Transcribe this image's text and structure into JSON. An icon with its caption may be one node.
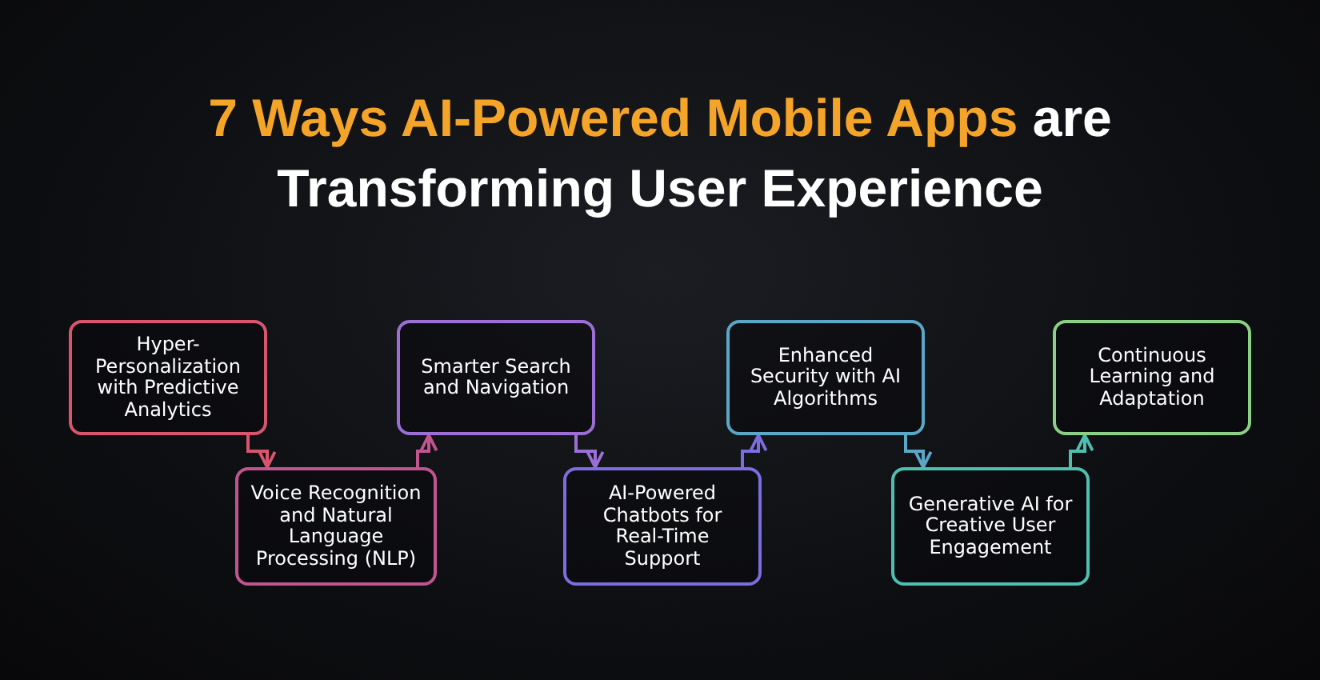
{
  "diagram": {
    "title": "**7 Ways AI-Powered Mobile Apps** are Transforming User Experience",
    "nodes": [
      {
        "text": [
          "Hyper-Personalization with Predictive Analytics"
        ]
      },
      {
        "text": [
          "Voice Recognition and Natural Language Processing (NLP)"
        ]
      },
      {
        "text": [
          "Smarter Search and Navigation"
        ]
      },
      {
        "text": [
          "AI-Powered Chatbots for Real-Time Support"
        ]
      },
      {
        "text": [
          "Enhanced Security with AI Algorithms"
        ]
      },
      {
        "text": [
          "Generative AI for Creative User Engagement"
        ]
      },
      {
        "text": [
          "Continuous Learning and Adaptation"
        ]
      }
    ],
    "edges": [
      {
        "from": 0,
        "to": 1,
        "arrow": "to",
        "color": "#d9556e"
      },
      {
        "from": 1,
        "to": 2,
        "arrow": "to",
        "color": "#c0558f"
      },
      {
        "from": 2,
        "to": 3,
        "arrow": "to",
        "color": "#9b6fd6"
      },
      {
        "from": 3,
        "to": 4,
        "arrow": "to",
        "color": "#7a6ee0"
      },
      {
        "from": 4,
        "to": 5,
        "arrow": "to",
        "color": "#5aa7c8"
      },
      {
        "from": 5,
        "to": 6,
        "arrow": "to",
        "color": "#4fbfb0"
      }
    ]
  }
}
